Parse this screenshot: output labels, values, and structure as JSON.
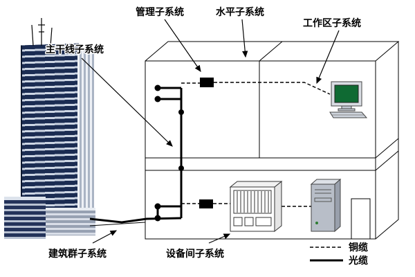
{
  "labels": {
    "management": "管理子系统",
    "horizontal": "水平子系统",
    "work_area": "工作区子系统",
    "backbone": "主干线子系统",
    "campus": "建筑群子系统",
    "equipment_room": "设备间子系统"
  },
  "legend": {
    "copper_label": "铜缆",
    "fiber_label": "光缆",
    "copper_style": "dashed",
    "fiber_style": "solid"
  },
  "colors": {
    "line": "#000000",
    "building_dark": "#1b2c52",
    "building_light": "#cdd6e4",
    "screen_green": "#0f6a33"
  },
  "icons": {
    "building": "building-illustration",
    "computer": "workstation-computer-icon",
    "rack": "equipment-rack-icon",
    "server": "server-tower-icon"
  }
}
